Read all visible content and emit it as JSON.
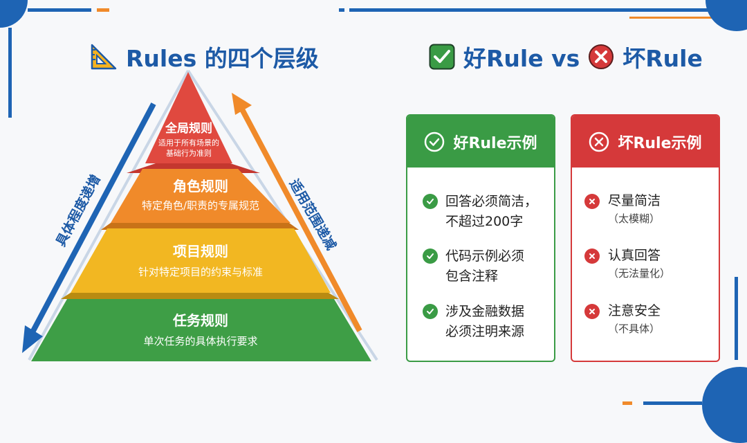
{
  "left_title": "Rules 的四个层级",
  "right_title": {
    "good": "好Rule vs",
    "bad": "坏Rule"
  },
  "pyramid": {
    "tiers": [
      {
        "name": "全局规则",
        "desc_lines": [
          "适用于所有场景的",
          "基础行为准则"
        ],
        "color": "#e0493f"
      },
      {
        "name": "角色规则",
        "desc_lines": [
          "特定角色/职责的专属规范"
        ],
        "color": "#f08a2a"
      },
      {
        "name": "项目规则",
        "desc_lines": [
          "针对特定项目的约束与标准"
        ],
        "color": "#f2b722"
      },
      {
        "name": "任务规则",
        "desc_lines": [
          "单次任务的具体执行要求"
        ],
        "color": "#3e9e46"
      }
    ],
    "left_arrow_label": "具体程度递增",
    "right_arrow_label": "适用范围递减"
  },
  "good_card": {
    "title": "好Rule示例",
    "items": [
      {
        "lines": [
          "回答必须简洁，",
          "不超过200字"
        ]
      },
      {
        "lines": [
          "代码示例必须",
          "包含注释"
        ]
      },
      {
        "lines": [
          "涉及金融数据",
          "必须注明来源"
        ]
      }
    ]
  },
  "bad_card": {
    "title": "坏Rule示例",
    "items": [
      {
        "main": "尽量简洁",
        "sub": "（太模糊）"
      },
      {
        "main": "认真回答",
        "sub": "（无法量化）"
      },
      {
        "main": "注意安全",
        "sub": "（不具体）"
      }
    ]
  },
  "colors": {
    "blue": "#1d5aa6",
    "orange": "#f08a2a",
    "green": "#3a9b45",
    "red": "#d5393a"
  }
}
